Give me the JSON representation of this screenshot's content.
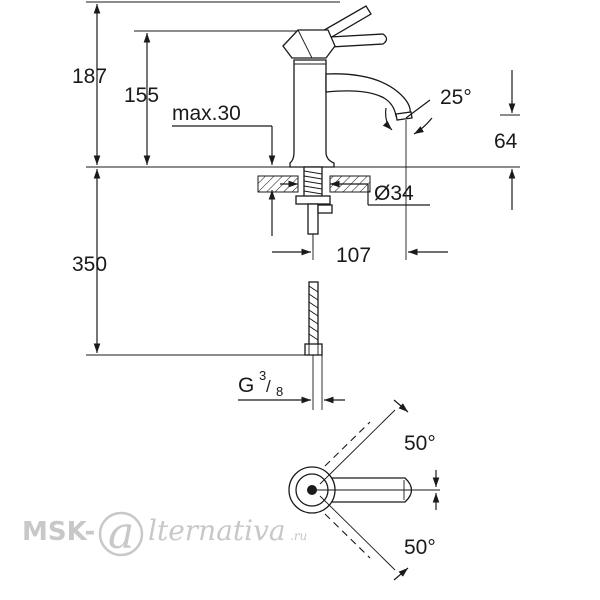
{
  "dimensions": {
    "total_height": "187",
    "spout_height": "155",
    "max_counter": "max.30",
    "spout_angle": "25°",
    "spout_drop": "64",
    "hole_diameter": "Ø34",
    "reach": "107",
    "hose_length": "350",
    "thread_g": "G",
    "thread_num": "3",
    "thread_den": "8",
    "lever_angle_top": "50°",
    "lever_angle_bottom": "50°"
  },
  "watermark": {
    "brand_left": "MSK-",
    "brand_at": "a",
    "brand_right": "lternativa",
    "brand_tld": ".ru"
  }
}
